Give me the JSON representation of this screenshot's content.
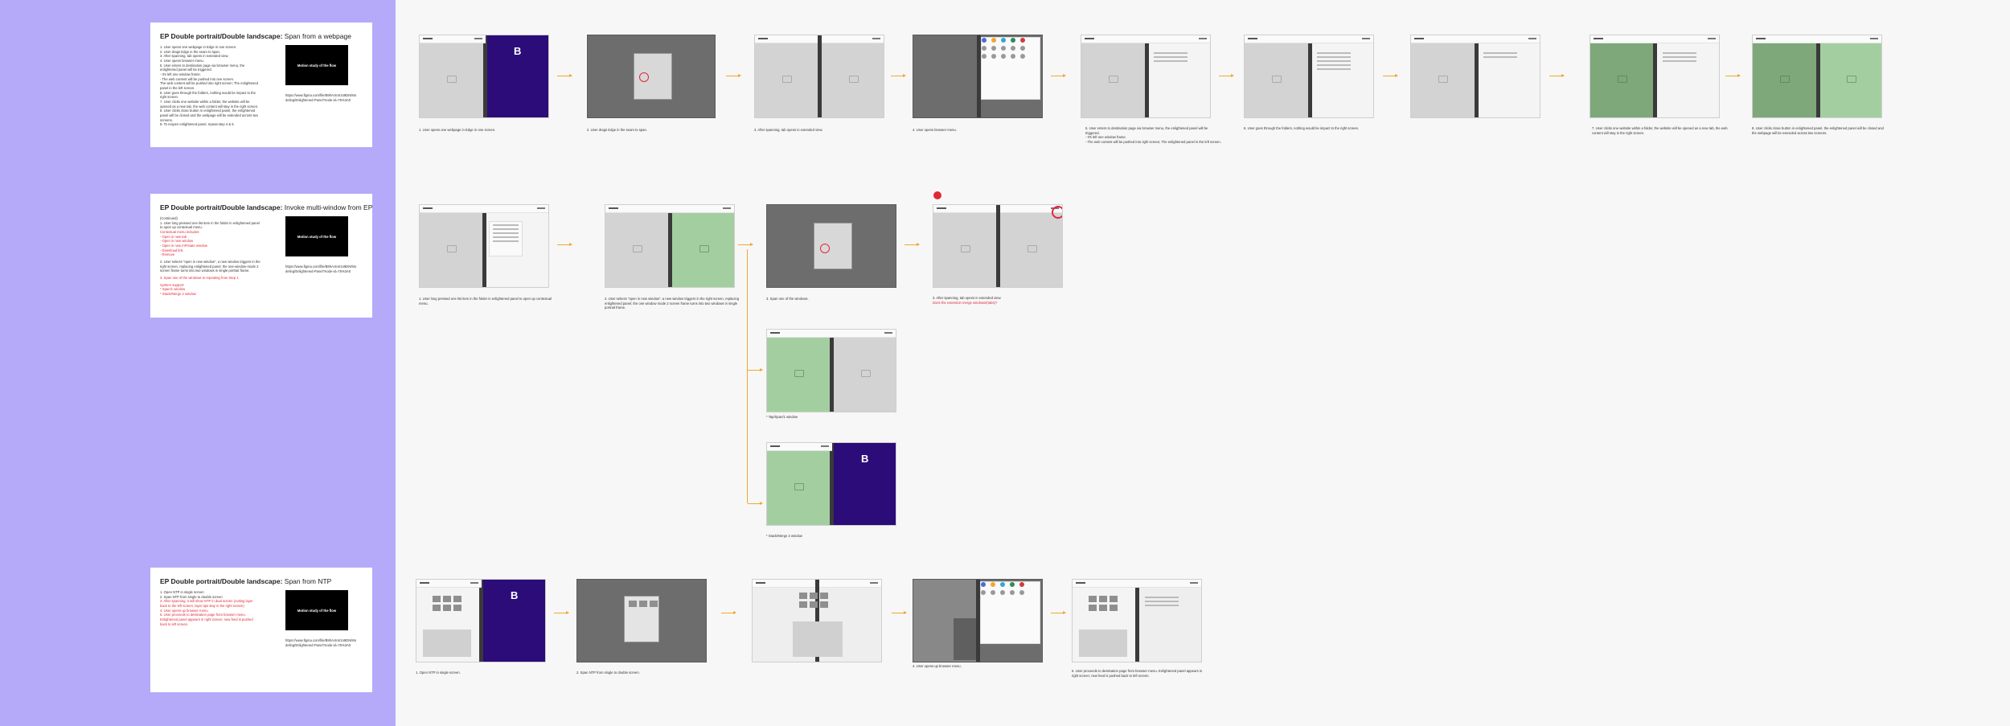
{
  "colors": {
    "sidebar": "#b5aaf9",
    "accent_red": "#e0283a",
    "flow_arrow": "#f0a830",
    "purple_panel": "#2b0c78",
    "green_panel": "#a3cfa0"
  },
  "cards": [
    {
      "title_bold": "EP Double portrait/Double landscape:",
      "title_rest": "Span from a webpage",
      "lines": [
        {
          "t": "1. User opens one webpage in Edge in one screen.",
          "red": false
        },
        {
          "t": "2. User drags Edge in the seam to span.",
          "red": false
        },
        {
          "t": "3. After spanning, tab opens in extended view.",
          "red": false
        },
        {
          "t": "4. User opens browser menu.",
          "red": false
        },
        {
          "t": "5. User enters to destination page via browser menu, the enlightened panel will be triggered.",
          "red": false
        },
        {
          "t": "- It's left one window frame.",
          "red": false
        },
        {
          "t": "- The web content will be pushed into one screen.",
          "red": false
        },
        {
          "t": "The web content will be pushed into right screen; The enlightened panel in the left screen.",
          "red": false
        },
        {
          "t": "6. User goes through the folders, nothing would be impact to the right screen.",
          "red": false
        },
        {
          "t": "7. User clicks one website within a folder, the website will be opened as a new tab, the web content will stay in the right screen.",
          "red": false
        },
        {
          "t": "8. User clicks close button in enlightened panel, the enlightened panel will be closed and the webpage will be extended across two screens.",
          "red": false
        },
        {
          "t": "9. To reopen enlightened panel, repeat step 4 & 5",
          "red": false
        }
      ],
      "motion_label": "Motion study of the flow",
      "link": "https://www.figma.com/file/B9hAr4nIr1s9DN/Modeling/Enlightened-Panel?node-id=75%3A0"
    },
    {
      "title_bold": "EP Double portrait/Double landscape:",
      "title_rest": "Invoke multi-window from EP",
      "lines": [
        {
          "t": "(Continued)",
          "red": false
        },
        {
          "t": "1. User long pressed one list item in the folder in enlightened panel to open up contextual menu.",
          "red": false
        },
        {
          "t": "Contextual menu includes:",
          "red": true
        },
        {
          "t": "- Open in new tab",
          "red": true
        },
        {
          "t": "- Open in new window",
          "red": true
        },
        {
          "t": "- Open in new InPrivate window",
          "red": true
        },
        {
          "t": "- Download link",
          "red": true
        },
        {
          "t": "- Remove",
          "red": true
        },
        {
          "t": "2. User selects \"open in new window\", a new window triggers in the right screen, replacing enlightened panel; the one-window-mode 2 screen frame turns into two windows in single portrait frame.",
          "red": false
        },
        {
          "t": "3. Span one of the windows to repeating from Step 1",
          "red": true
        },
        {
          "t": "System support:",
          "red": true
        },
        {
          "t": "* Span/1 window",
          "red": true
        },
        {
          "t": "* Stack/Merge 2 window",
          "red": true
        }
      ],
      "motion_label": "Motion study of the flow",
      "link": "https://www.figma.com/file/B9hAr4nIr1s9DN/Modeling/Enlightened-Panel?node-id=75%3A0"
    },
    {
      "title_bold": "EP Double portrait/Double landscape:",
      "title_rest": "Span from NTP",
      "lines": [
        {
          "t": "1. Open NTP in single screen",
          "red": false
        },
        {
          "t": "2. Span NTP from single to double screen",
          "red": false
        },
        {
          "t": "3. After spanning, it will show NTP in dual screen (cutting layer back to the left screen; layer tips stay in the right screen)",
          "red": true
        },
        {
          "t": "4. User opens up browser menu",
          "red": true
        },
        {
          "t": "5. User proceeds to destination page from browser menu. Enlightened panel appears in right screen; new feed is pushed back to left screen.",
          "red": true
        }
      ],
      "motion_label": "Motion study of the flow",
      "link": "https://www.figma.com/file/B9hAr4nIr1s9DN/Modeling/Enlightened-Panel?node-id=75%3A0"
    }
  ],
  "frame_letters": {
    "b1": "B",
    "b2": "B",
    "b3": "B"
  },
  "captions": {
    "r1_1": "1. User opens one webpage in Edge in one screen.",
    "r1_2": "2. User drags Edge in the seam to span.",
    "r1_3": "3. After spanning, tab opens in extended view.",
    "r1_4": "4. User opens browser menu.",
    "r1_5": "5. User enters to destination page via browser menu, the enlightened panel will be triggered.",
    "r1_5b": "- It's left one window frame.",
    "r1_5c": "- The web content will be pushed into right screen; The enlightened panel in the left screen.",
    "r1_6": "6. User goes through the folders, nothing would be impact to the right screen.",
    "r1_7": "7. User clicks one website within a folder, the website will be opened as a new tab, the web content will stay in the right screen.",
    "r1_8": "8. User clicks close button in enlightened panel, the enlightened panel will be closed and the webpage will be extended across two screens.",
    "r2_1": "1. User long pressed one list item in the folder in enlightened panel to open up contextual menu.",
    "r2_2": "2. User selects \"open in new window\", a new window triggers in the right screen, replacing enlightened panel; the one window mode 2 screen frame turns into two windows in single portrait frame.",
    "r2_3": "3. Span one of the windows.",
    "r2_4": "3. After spanning, tab opens in extended view.",
    "r2_4b": "Does the extension merge windows/(tabs)?",
    "r2_b1": "* Tap/Span/1 window",
    "r2_b2": "* Stack/Merge 2 window",
    "r3_1": "1. Open NTP in single screen.",
    "r3_2": "2. Span NTP from single to double screen.",
    "r3_4": "4. User opens up browser menu.",
    "r3_5": "5. User proceeds to destination page from browser menu. Enlightened panel appears in right screen; new feed is pushed back to left screen."
  }
}
